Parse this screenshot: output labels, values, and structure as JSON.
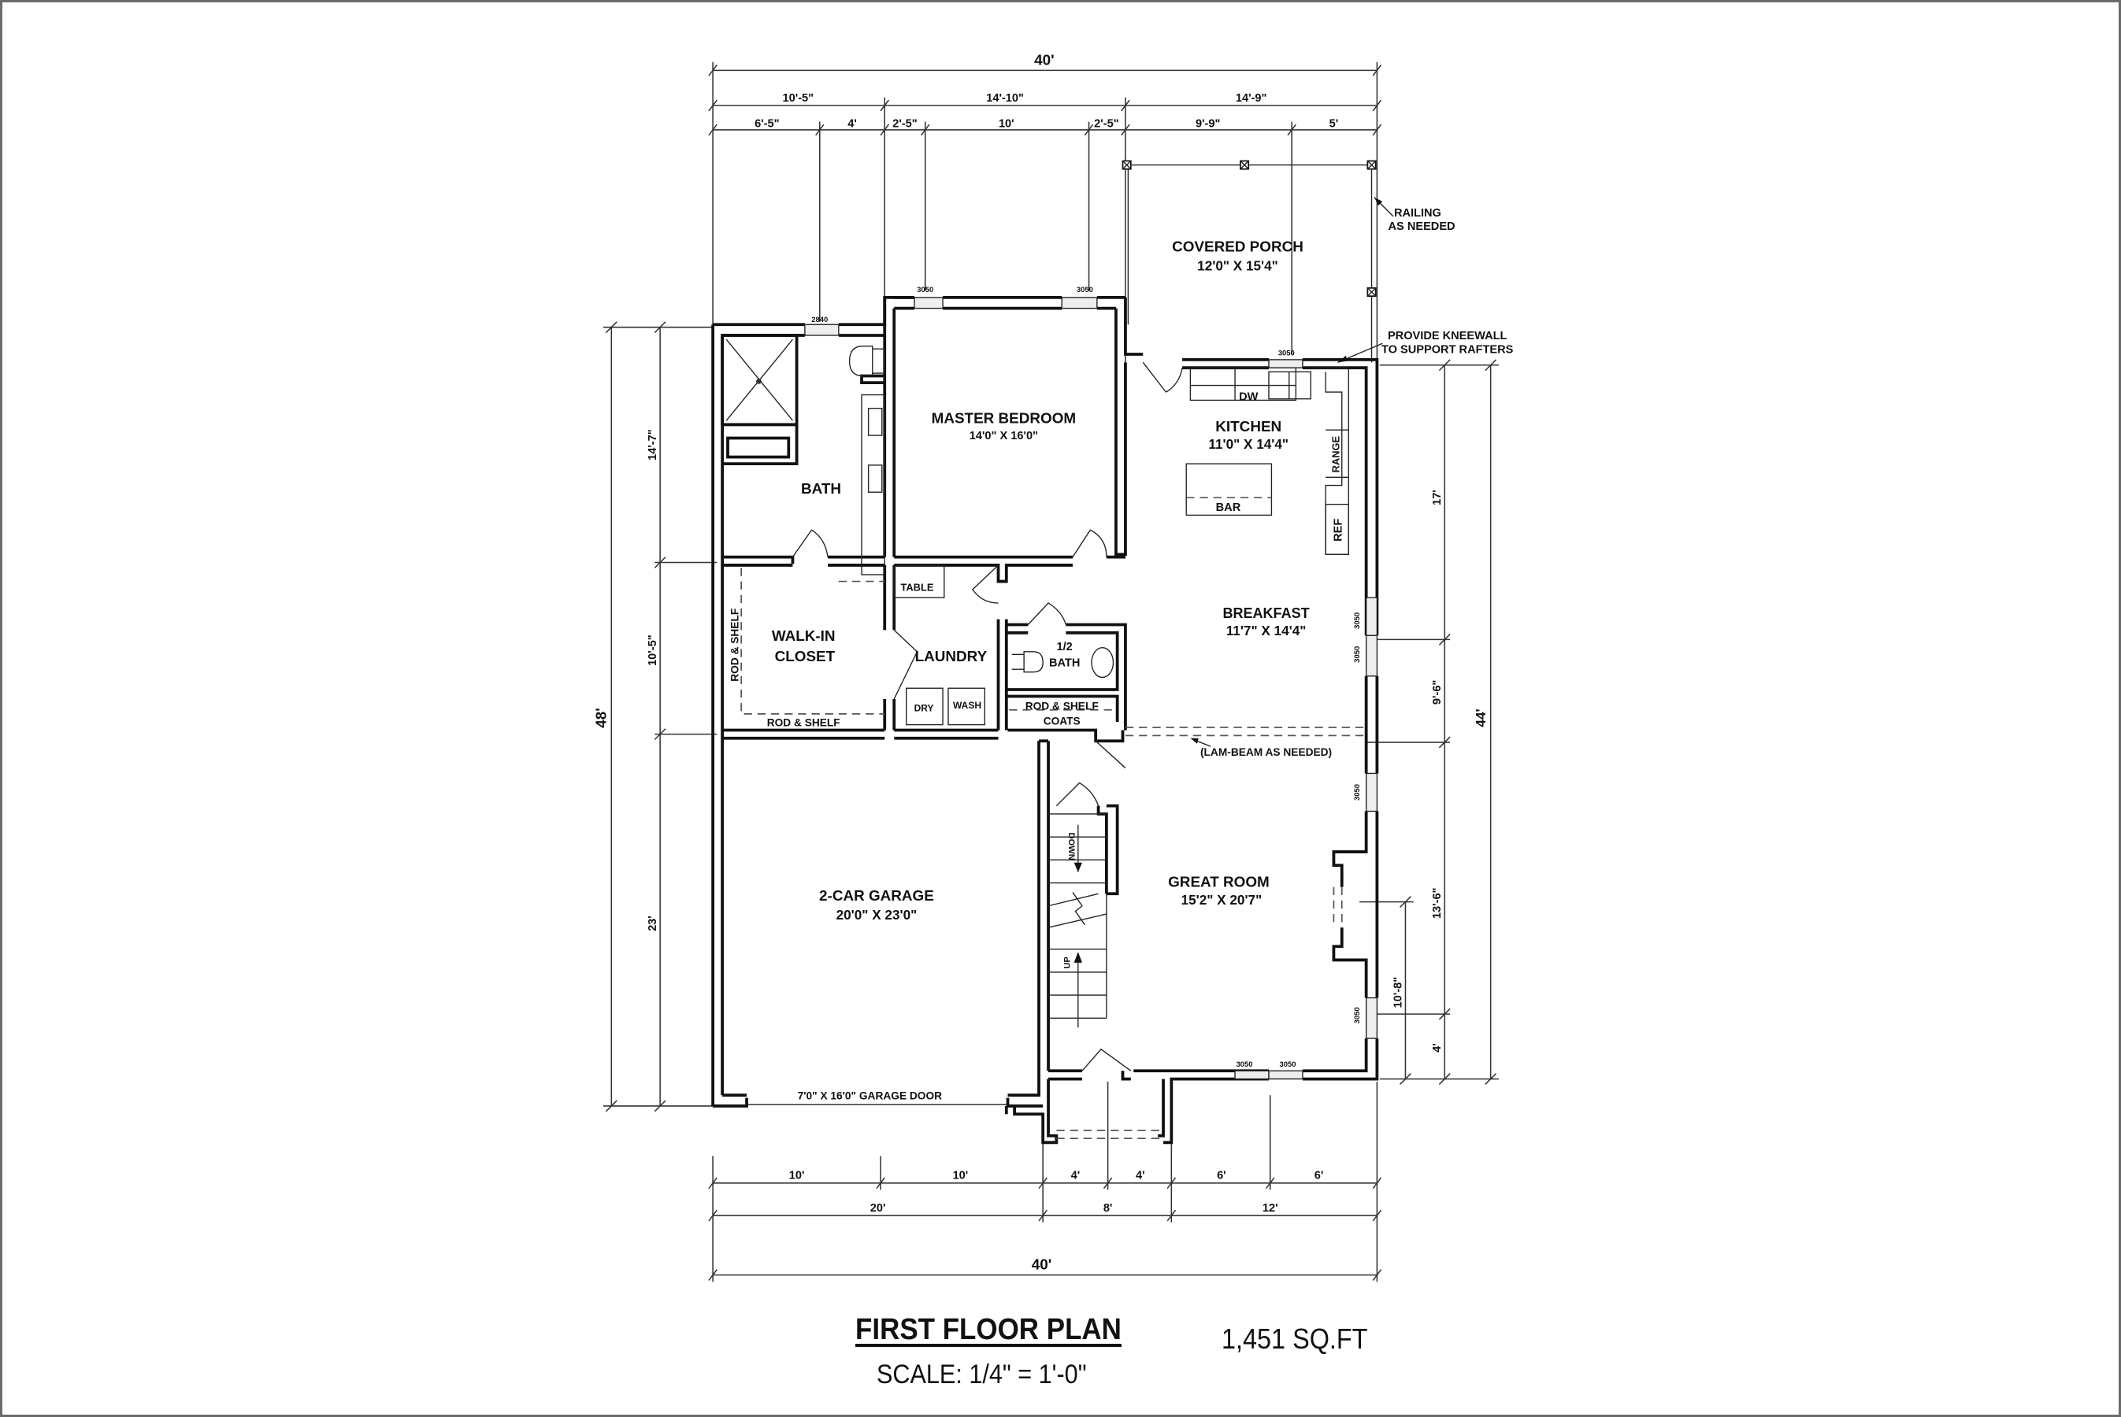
{
  "drawing": {
    "title": "FIRST FLOOR PLAN",
    "area": "1,451 SQ.FT",
    "scale": "SCALE: 1/4\" = 1'-0\""
  },
  "rooms": {
    "porch": {
      "name": "COVERED PORCH",
      "size": "12'0\" X 15'4\""
    },
    "master_bedroom": {
      "name": "MASTER  BEDROOM",
      "size": "14'0\" X 16'0\""
    },
    "bath": {
      "name": "BATH"
    },
    "kitchen": {
      "name": "KITCHEN",
      "size": "11'0\" X 14'4\""
    },
    "walk_in_closet": {
      "line1": "WALK-IN",
      "line2": "CLOSET"
    },
    "laundry": {
      "name": "LAUNDRY"
    },
    "half_bath": {
      "line1": "1/2",
      "line2": "BATH"
    },
    "breakfast": {
      "name": "BREAKFAST",
      "size": "11'7\" X 14'4\""
    },
    "great_room": {
      "name": "GREAT  ROOM",
      "size": "15'2\" X 20'7\""
    },
    "garage": {
      "name": "2-CAR GARAGE",
      "size": "20'0\" X 23'0\""
    }
  },
  "fixtures": {
    "dw": "DW",
    "bar": "BAR",
    "range": "RANGE",
    "ref": "REF",
    "table": "TABLE",
    "dry": "DRY",
    "wash": "WASH",
    "rod_shelf": "ROD & SHELF",
    "coats": "COATS",
    "stair_down": "DOWN",
    "stair_up": "UP",
    "garage_door": "7'0\" X 16'0\" GARAGE  DOOR"
  },
  "notes": {
    "railing_1": "RAILING",
    "railing_2": "AS NEEDED",
    "kneewall_1": "PROVIDE KNEEWALL",
    "kneewall_2": "TO SUPPORT RAFTERS",
    "lam_beam": "(LAM-BEAM AS NEEDED)"
  },
  "windows": {
    "bath_top": "2840",
    "master_left": "3050",
    "master_right": "3050",
    "kitchen": "3050",
    "breakfast_1": "3050",
    "breakfast_2": "3050",
    "great_east_1": "3050",
    "great_east_2": "3050",
    "great_south_1": "3050",
    "great_south_2": "3050"
  },
  "dimensions": {
    "top_overall": "40'",
    "top_row2": [
      "10'-5\"",
      "14'-10\"",
      "14'-9\""
    ],
    "top_row3": [
      "6'-5\"",
      "4'",
      "2'-5\"",
      "10'",
      "2'-5\"",
      "9'-9\"",
      "5'"
    ],
    "bottom_row1": [
      "10'",
      "10'",
      "4'",
      "4'",
      "6'",
      "6'"
    ],
    "bottom_row2": [
      "20'",
      "8'",
      "12'"
    ],
    "bottom_overall": "40'",
    "left_overall": "48'",
    "left_segments": [
      "14'-7\"",
      "10'-5\"",
      "23'"
    ],
    "right_overall": "44'",
    "right_segments": [
      "17'",
      "9'-6\"",
      "13'-6\"",
      "4'"
    ],
    "right_inner": "10'-8\""
  }
}
